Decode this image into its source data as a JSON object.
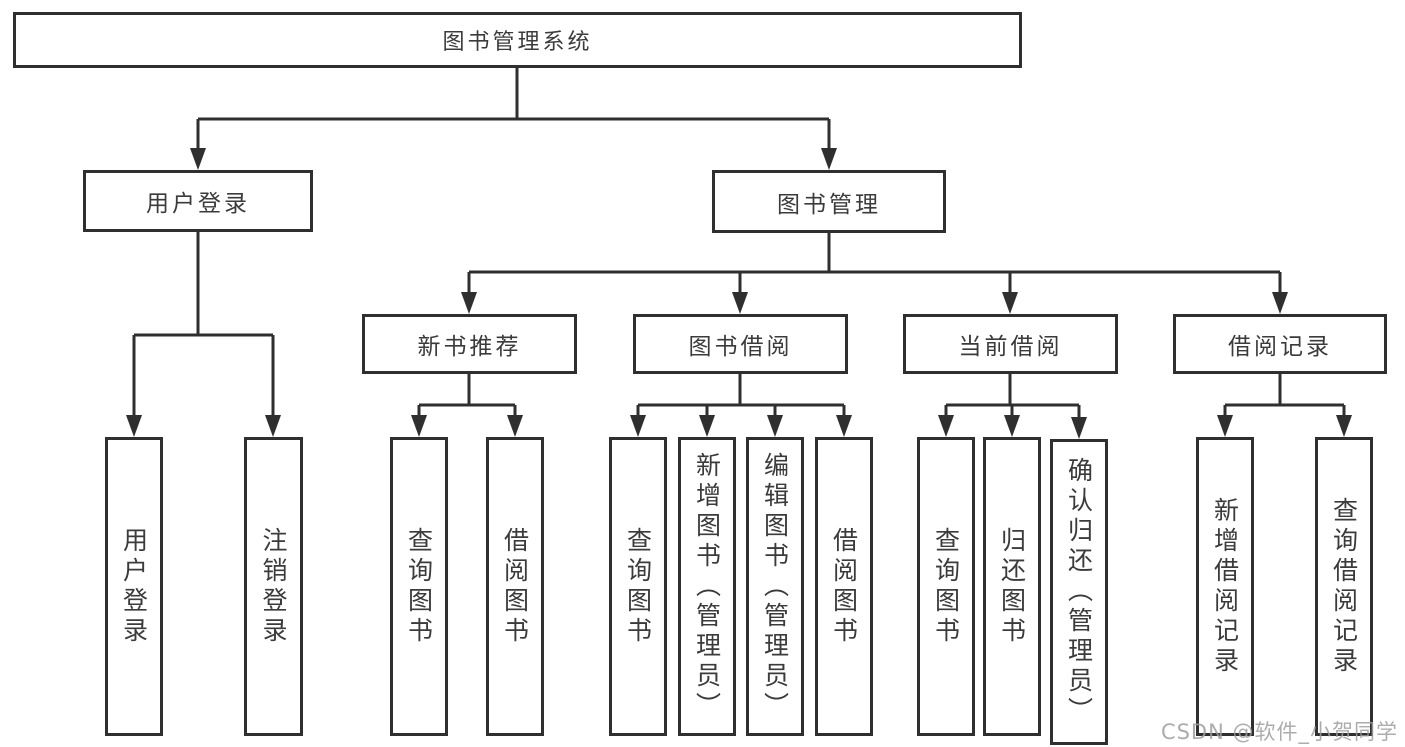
{
  "title": "图书管理系统",
  "watermark": "CSDN @软件_小贺同学",
  "colors": {
    "line": "#2f2f2f",
    "box_border": "#2f2f2f",
    "box_background": "#ffffff",
    "text": "#3b3b3b",
    "watermark": "#9e9e9e",
    "page_background": "#ffffff"
  },
  "tree": {
    "root": "图书管理系统",
    "branches": [
      {
        "label": "用户登录",
        "leaves": [
          "用户登录",
          "注销登录"
        ]
      },
      {
        "label": "图书管理",
        "groups": [
          {
            "label": "新书推荐",
            "leaves": [
              "查询图书",
              "借阅图书"
            ]
          },
          {
            "label": "图书借阅",
            "leaves": [
              "查询图书",
              "新增图书（管理员）",
              "编辑图书（管理员）",
              "借阅图书"
            ]
          },
          {
            "label": "当前借阅",
            "leaves": [
              "查询图书",
              "归还图书",
              "确认归还（管理员）"
            ]
          },
          {
            "label": "借阅记录",
            "leaves": [
              "新增借阅记录",
              "查询借阅记录"
            ]
          }
        ]
      }
    ]
  }
}
